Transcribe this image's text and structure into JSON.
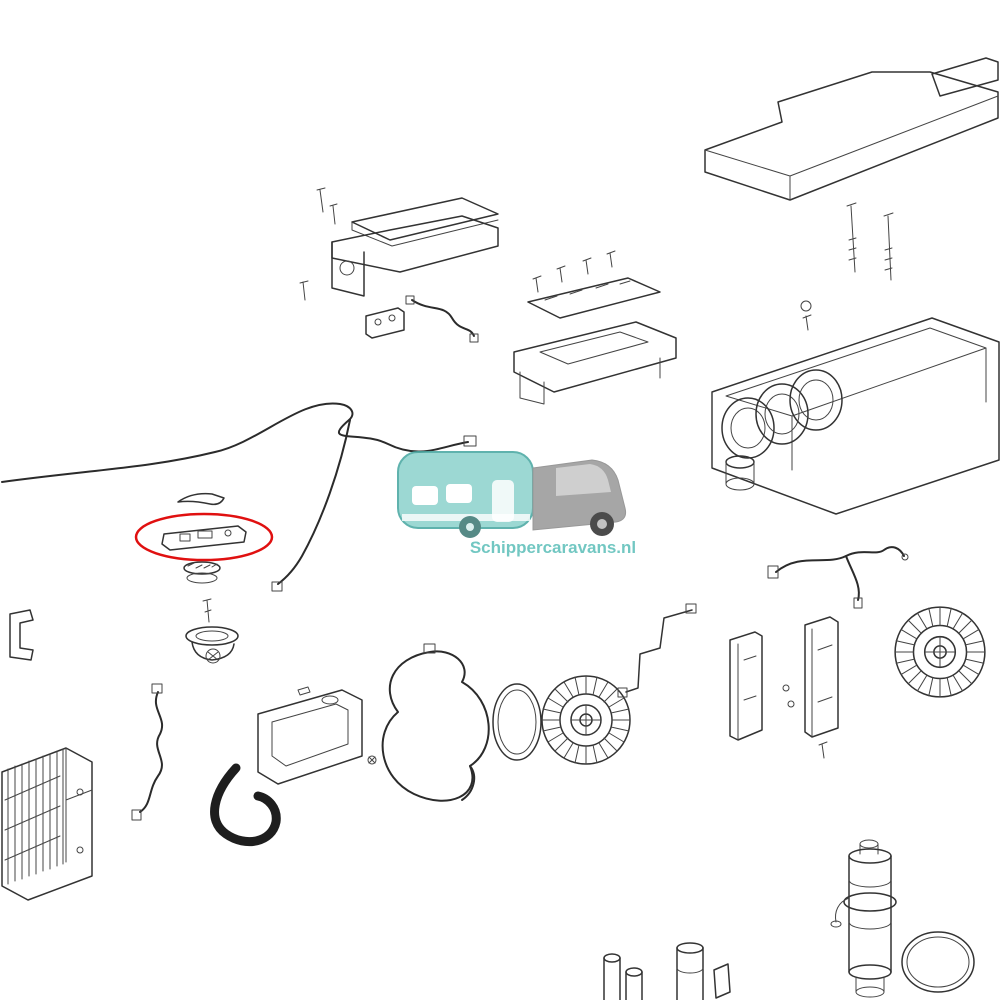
{
  "page": {
    "background": "#ffffff",
    "type": "exploded-parts-diagram"
  },
  "watermark": {
    "text": "Schippercaravans.nl",
    "text_color": "#5fc0ba",
    "body_color": "#8fd3ce",
    "outline_color": "#49a8a2",
    "cab_color": "#9a9a9a",
    "windshield_color": "#c9c9c9",
    "window_color": "#ffffff",
    "wheel_color": "#333333",
    "opacity": "0.88"
  },
  "highlight": {
    "color": "#e01010",
    "shape": "ellipse"
  },
  "diagram": {
    "stroke_color": "#333333",
    "parts": [
      "top-cover-panel",
      "mounting-screws-right",
      "small-fasteners-right",
      "main-housing-with-fan-inlets",
      "control-unit-lid-assembly",
      "control-pcb-and-wires",
      "pcb-tray-assembly",
      "long-supply-cable",
      "clip-bracket",
      "highlighted-latch-part",
      "washer-stack",
      "small-screw",
      "grommet-assembly",
      "left-edge-bracket",
      "evaporator-coil",
      "curved-hose",
      "mounting-frame",
      "wire-harness-left",
      "wire-loop-center",
      "clamp-ring",
      "blower-wheel-center",
      "bracket-wire-frame",
      "side-panel-front",
      "side-panel-rear",
      "blower-wheel-right",
      "wiring-right-top",
      "motor-pump-assembly",
      "o-ring-large",
      "canister-part",
      "bushing-pair",
      "small-bracket-bottom"
    ]
  }
}
